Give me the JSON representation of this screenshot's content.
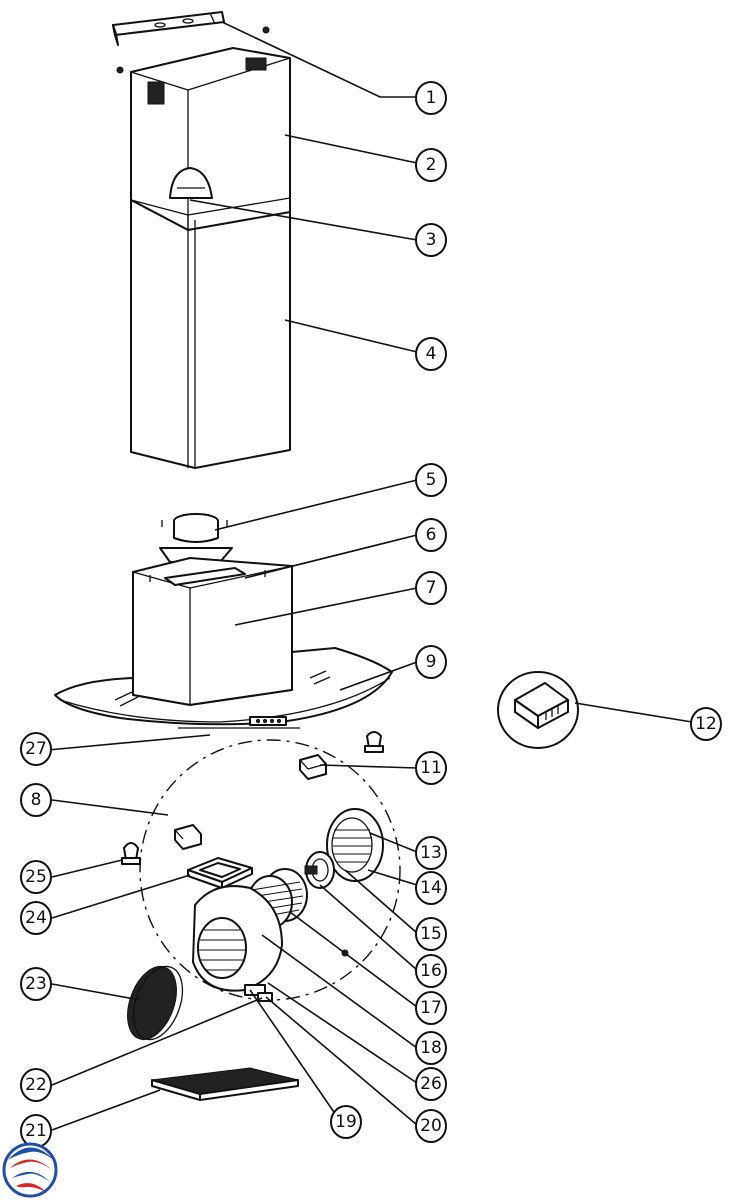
{
  "callouts": [
    {
      "label": "1"
    },
    {
      "label": "2"
    },
    {
      "label": "3"
    },
    {
      "label": "4"
    },
    {
      "label": "5"
    },
    {
      "label": "6"
    },
    {
      "label": "7"
    },
    {
      "label": "9"
    },
    {
      "label": "12"
    },
    {
      "label": "27"
    },
    {
      "label": "11"
    },
    {
      "label": "8"
    },
    {
      "label": "13"
    },
    {
      "label": "25"
    },
    {
      "label": "14"
    },
    {
      "label": "24"
    },
    {
      "label": "15"
    },
    {
      "label": "16"
    },
    {
      "label": "23"
    },
    {
      "label": "17"
    },
    {
      "label": "18"
    },
    {
      "label": "26"
    },
    {
      "label": "22"
    },
    {
      "label": "19"
    },
    {
      "label": "20"
    },
    {
      "label": "21"
    }
  ],
  "logo": {
    "icon": "brand-logo-icon",
    "colors": [
      "#1f4fa8",
      "#d7262e"
    ]
  }
}
